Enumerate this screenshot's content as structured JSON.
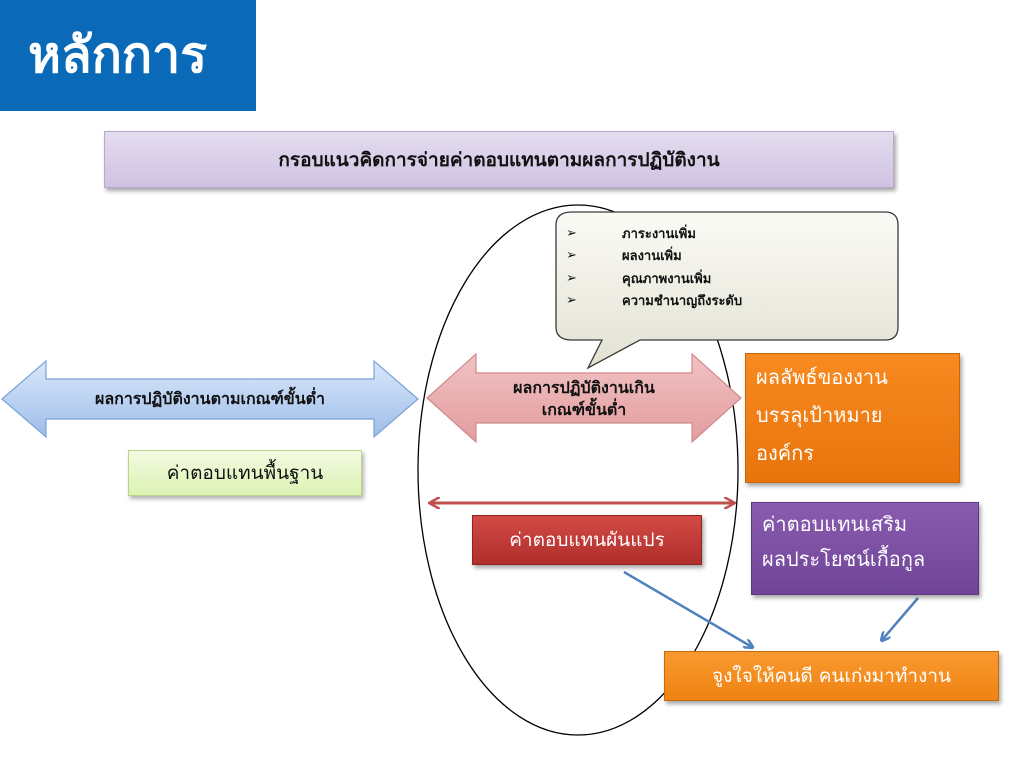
{
  "title": "หลักการ",
  "header": "กรอบแนวคิดการจ่ายค่าตอบแทนตามผลการปฏิบัติงาน",
  "callout": {
    "bullet_glyph": "➢",
    "items": [
      "ภาระงานเพิ่ม",
      "ผลงานเพิ่ม",
      "คุณภาพงานเพิ่ม",
      "ความชำนาญถึงระดับ"
    ]
  },
  "left_arrow_label": "ผลการปฏิบัติงานตามเกณฑ์ขั้นต่ำ",
  "center_arrow_label_line1": "ผลการปฏิบัติงานเกิน",
  "center_arrow_label_line2": "เกณฑ์ขั้นต่ำ",
  "base_pay": "ค่าตอบแทนพื้นฐาน",
  "variable_pay": "ค่าตอบแทนผันแปร",
  "org_result": {
    "line1": "ผลลัพธ์ของงาน",
    "line2": "บรรลุเป้าหมาย",
    "line3": "องค์กร"
  },
  "benefit": {
    "line1": "ค่าตอบแทนเสริม",
    "line2": "ผลประโยชน์เกื้อกูล"
  },
  "motivation": "จูงใจให้คนดี คนเก่งมาทำงาน",
  "colors": {
    "title_bg": "#0a6ab8",
    "header_bg": "#d8cde8",
    "left_arrow": "#a7c5f0",
    "center_arrow": "#e8a6a8",
    "base_pay_bg": "#e6f6c8",
    "variable_pay_bg": "#c03a36",
    "org_bg": "#f07f16",
    "benefit_bg": "#7b4fa3",
    "motivation_bg": "#f38d1f",
    "connector_arrows": "#4f82bd",
    "range_arrow": "#c0504d"
  }
}
